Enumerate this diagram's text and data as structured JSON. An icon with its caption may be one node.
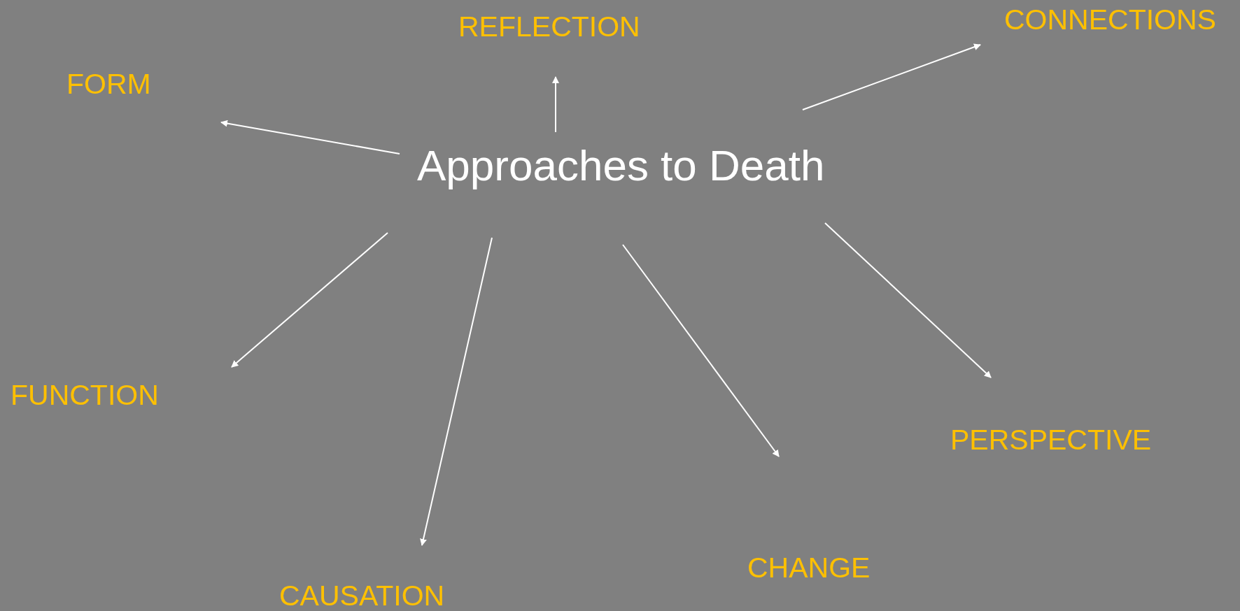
{
  "diagram": {
    "nodes": [
      {
        "text": [
          "Approaches to Death"
        ]
      },
      {
        "text": [
          "REFLECTION"
        ]
      },
      {
        "text": [
          "CONNECTIONS"
        ]
      },
      {
        "text": [
          "FORM"
        ]
      },
      {
        "text": [
          "FUNCTION"
        ]
      },
      {
        "text": [
          "PERSPECTIVE"
        ]
      },
      {
        "text": [
          "CHANGE"
        ]
      },
      {
        "text": [
          "CAUSATION"
        ]
      }
    ],
    "edges": [
      {
        "from": 0,
        "to": 1,
        "arrow": "to"
      },
      {
        "from": 0,
        "to": 2,
        "arrow": "to"
      },
      {
        "from": 0,
        "to": 3,
        "arrow": "to"
      },
      {
        "from": 0,
        "to": 4,
        "arrow": "to"
      },
      {
        "from": 0,
        "to": 5,
        "arrow": "to"
      },
      {
        "from": 0,
        "to": 6,
        "arrow": "to"
      },
      {
        "from": 0,
        "to": 7,
        "arrow": "to"
      }
    ]
  }
}
